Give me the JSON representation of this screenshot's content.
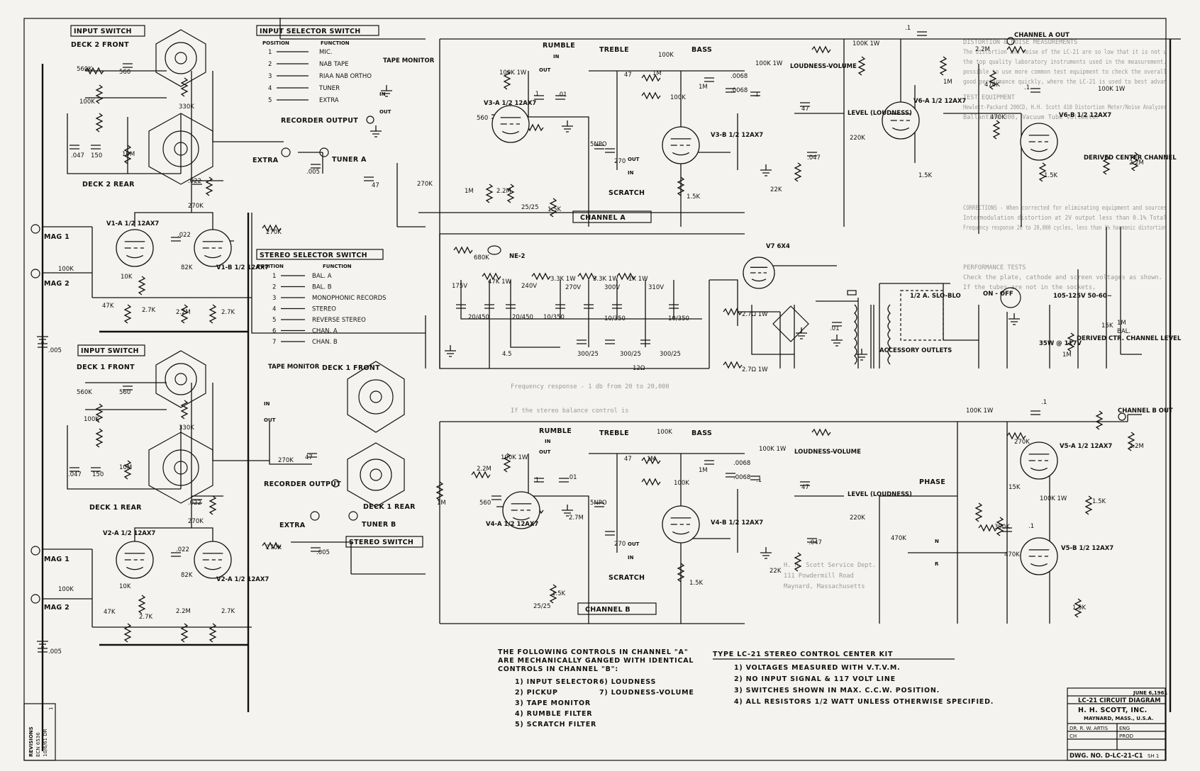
{
  "title_block": {
    "date": "JUNE 6,1961",
    "diagram": "LC-21 CIRCUIT DIAGRAM",
    "company": "H. H. SCOTT, INC.",
    "address": "MAYNARD, MASS., U.S.A.",
    "dr": "DR. R. W. ARTIS",
    "eng": "ENG",
    "ch": "CH",
    "prod": "PROD",
    "dwg": "DWG. NO. D-LC-21-C1",
    "sheet": "SH 1"
  },
  "revisions": {
    "label": "REVISIONS",
    "ecn": "ECN 6536",
    "date": "10/6/61 DR",
    "mark": "1"
  },
  "kit_title": "TYPE LC-21 STEREO CONTROL CENTER KIT",
  "notes": [
    "1) VOLTAGES MEASURED WITH V.T.V.M.",
    "2) NO INPUT SIGNAL & 117 VOLT LINE",
    "3) SWITCHES SHOWN IN MAX. C.C.W. POSITION.",
    "4) ALL RESISTORS 1/2 WATT UNLESS OTHERWISE SPECIFIED."
  ],
  "ganged": {
    "heading": [
      "THE FOLLOWING CONTROLS IN CHANNEL \"A\"",
      "ARE MECHANICALLY GANGED WITH IDENTICAL",
      "CONTROLS IN CHANNEL \"B\":"
    ],
    "left": [
      "1) INPUT SELECTOR",
      "2) PICKUP",
      "3) TAPE MONITOR",
      "4) RUMBLE FILTER",
      "5) SCRATCH FILTER"
    ],
    "right": [
      "6) LOUDNESS",
      "7) LOUDNESS-VOLUME"
    ]
  },
  "input_selector": {
    "title": "INPUT SELECTOR SWITCH",
    "col_position": "POSITION",
    "col_function": "FUNCTION",
    "rows": [
      [
        "1",
        "MIC."
      ],
      [
        "2",
        "NAB TAPE"
      ],
      [
        "3",
        "RIAA NAB ORTHO"
      ],
      [
        "4",
        "TUNER"
      ],
      [
        "5",
        "EXTRA"
      ]
    ]
  },
  "stereo_selector": {
    "title": "STEREO SELECTOR SWITCH",
    "col_position": "POSITION",
    "col_function": "FUNCTION",
    "rows": [
      [
        "1",
        "BAL. A"
      ],
      [
        "2",
        "BAL. B"
      ],
      [
        "3",
        "MONOPHONIC RECORDS"
      ],
      [
        "4",
        "STEREO"
      ],
      [
        "5",
        "REVERSE STEREO"
      ],
      [
        "6",
        "CHAN. A"
      ],
      [
        "7",
        "CHAN. B"
      ]
    ]
  },
  "labels": {
    "input_switch": "INPUT SWITCH",
    "deck2_front": "DECK 2 FRONT",
    "deck2_rear": "DECK 2 REAR",
    "deck1_front": "DECK 1 FRONT",
    "deck1_rear": "DECK 1 REAR",
    "deck1_front_b": "DECK 1 FRONT",
    "deck1_rear_b": "DECK 1 REAR",
    "tape_monitor": "TAPE MONITOR",
    "recorder_output_a": "RECORDER OUTPUT",
    "recorder_output_b": "RECORDER OUTPUT",
    "extra": "EXTRA",
    "tuner_a": "TUNER A",
    "tuner_b": "TUNER B",
    "stereo_switch": "STEREO SWITCH",
    "mag1": "MAG 1",
    "mag2": "MAG 2",
    "channel_a": "CHANNEL A",
    "channel_b": "CHANNEL B",
    "rumble": "RUMBLE",
    "treble": "TREBLE",
    "bass": "BASS",
    "scratch": "SCRATCH",
    "loudness_volume": "LOUDNESS-VOLUME",
    "level": "LEVEL (LOUDNESS)",
    "channel_a_out": "CHANNEL A OUT",
    "channel_b_out": "CHANNEL B OUT",
    "derived_center": "DERIVED CENTER CHANNEL",
    "derived_ctr_level": "DERIVED CTR. CHANNEL LEVEL",
    "phase": "PHASE",
    "slo_blo": "1/2 A. SLO-BLO",
    "on_off": "ON - OFF",
    "mains": "105-125V 50-60~",
    "accessory": "ACCESSORY OUTLETS",
    "lamp": "35W @ 117V",
    "ne2": "NE-2",
    "in": "IN",
    "out": "OUT",
    "n": "N",
    "r": "R"
  },
  "tubes": {
    "v1a": "V1-A 1/2 12AX7",
    "v1b": "V1-B 1/2 12AX7",
    "v2a": "V2-A 1/2 12AX7",
    "v2b": "V2-A 1/2 12AX7",
    "v3a": "V3-A 1/2 12AX7",
    "v3b": "V3-B 1/2 12AX7",
    "v4a": "V4-A 1/2 12AX7",
    "v4b": "V4-B 1/2 12AX7",
    "v5a": "V5-A 1/2 12AX7",
    "v5b": "V5-B 1/2 12AX7",
    "v6a": "V6-A 1/2 12AX7",
    "v6b": "V6-B 1/2 12AX7",
    "v7": "V7 6X4"
  },
  "components": {
    "r8": "560K",
    "r9": "100K",
    "r10": "10M",
    "r11": "330K",
    "r12": "270K",
    "r13": "270K",
    "r1": "100K",
    "r2": "10K",
    "r3": "47K",
    "r4": "2.7K",
    "r5": "82K",
    "r6": "2.2M",
    "r7": "2.7K",
    "c2": ".047",
    "c3": "150",
    "c4": "560",
    "c5": ".022",
    "c6": ".022",
    "c1": ".005",
    "c7": ".005",
    "c8": "47",
    "r108": "560K",
    "r109": "100K",
    "r110": "10M",
    "r111": "330K",
    "r112": "270K",
    "r113": "270K",
    "r101": "100K",
    "r102": "10K",
    "r103": "47K",
    "r104": "2.7K",
    "r105": "82K",
    "r106": "2.2M",
    "r107": "2.7K",
    "c102": ".047",
    "c103": "150",
    "c104": "560",
    "c105": ".022",
    "c106": ".022",
    "c101": ".005",
    "c107": ".005",
    "r114": "270K",
    "c108": "47",
    "r17": "100K 1W",
    "c9": "560",
    "r15": "1M",
    "r14": "2.2M",
    "c10": "25/25",
    "r18": "1.5K",
    "c11": ".1",
    "c12": ".01",
    "c13": "5NPO",
    "c14": "270",
    "r19": "270K",
    "r21": "100K",
    "r22": "1M",
    "r23": "100K",
    "r25": "1M",
    "c15": "47",
    "c16": ".0068",
    "c17": ".0068",
    "c18": ".1",
    "r26": "100K 1W",
    "r24": "1.5K",
    "c19": "47",
    "c20": ".047",
    "r27": "22K",
    "r28": "220K",
    "r30": "100K 1W",
    "c21": ".1",
    "r33": "1M",
    "r34": "2.2M",
    "r31": "470K",
    "r32": "1.5K",
    "r35": "470K",
    "r36": "100K 1W",
    "r37": "1.5K",
    "c22": ".1",
    "r211": "2.2M",
    "r117": "100K 1W",
    "r116": "2.2M",
    "r115": "1M",
    "c109": "560",
    "c110": "25/25",
    "r118": "1.5K",
    "c111": ".1",
    "c112": ".01",
    "c113": "5NPO",
    "c114": "270",
    "r119": "2.7M",
    "r121": "100K",
    "r122": "1M",
    "r123": "100K",
    "r125": "1M",
    "c115": "47",
    "c116": ".0068",
    "c117": ".0068",
    "c118": ".1",
    "r126": "100K 1W",
    "r124": "1.5K",
    "c119": "47",
    "c120": ".047",
    "r127": "22K",
    "r128": "220K",
    "r130": "100K 1W",
    "r131": "270K",
    "c122": ".1",
    "r134": "2.2M",
    "r140": "15K",
    "r139": "470K",
    "r138": "100K 1W",
    "r132": "1.5K",
    "r135": "390K",
    "r136": "470K",
    "r137": "1.5K",
    "c121": ".1",
    "r201": "680K",
    "r202": "47K 1W",
    "r203": "3.3K 1W",
    "r204": "3.3K 1W",
    "r205": "1K 1W",
    "v_175": "175V",
    "v_240": "240V",
    "v_270": "270V",
    "v_300": "300V",
    "v_310": "310V",
    "c201": "20/450",
    "c202": "20/450",
    "c203": "10/350",
    "c204": "10/350",
    "c208": "10/350",
    "c205": "300/25",
    "c207": "300/25",
    "c209": "300/25",
    "r206": "12Ω",
    "r207": "2.7Ω 1W",
    "r208": "2.7Ω 1W",
    "c210": ".01",
    "r209": "15K",
    "r210": "1M",
    "r210b": "BAL.",
    "r133": "1M",
    "v_45": "4.5"
  },
  "faint_text": [
    "DISTORTION & NOISE MEASUREMENTS",
    "The distortion and noise of the LC-21 are so low that it is not u",
    "the top quality laboratory instruments used in the measurement.",
    "possible to use more common test equipment to check the overall",
    "good performance quickly, where the LC-21 is used to best advan",
    "TEST EQUIPMENT",
    "Hewlett-Packard 200CD, H.H. Scott 410 Distortion Meter/Noise Analyzer",
    "Ballantine 300, Vacuum Tube Voltmeter",
    "CORRECTIONS - When corrected for eliminating equipment and sources",
    "Intermodulation distortion at 2V output less than 0.1% Total",
    "Frequency response 20 to 20,000 cycles, less than 1% harmonic distortion",
    "PERFORMANCE TESTS",
    "Check the plate, cathode and screen voltages as shown.",
    "If the tubes are not in the sockets,",
    "Frequency response - 1 db from 20 to 20,000",
    "If the stereo balance control is",
    "H. H. Scott Service Dept.",
    "111 Powdermill Road",
    "Maynard, Massachusetts"
  ]
}
